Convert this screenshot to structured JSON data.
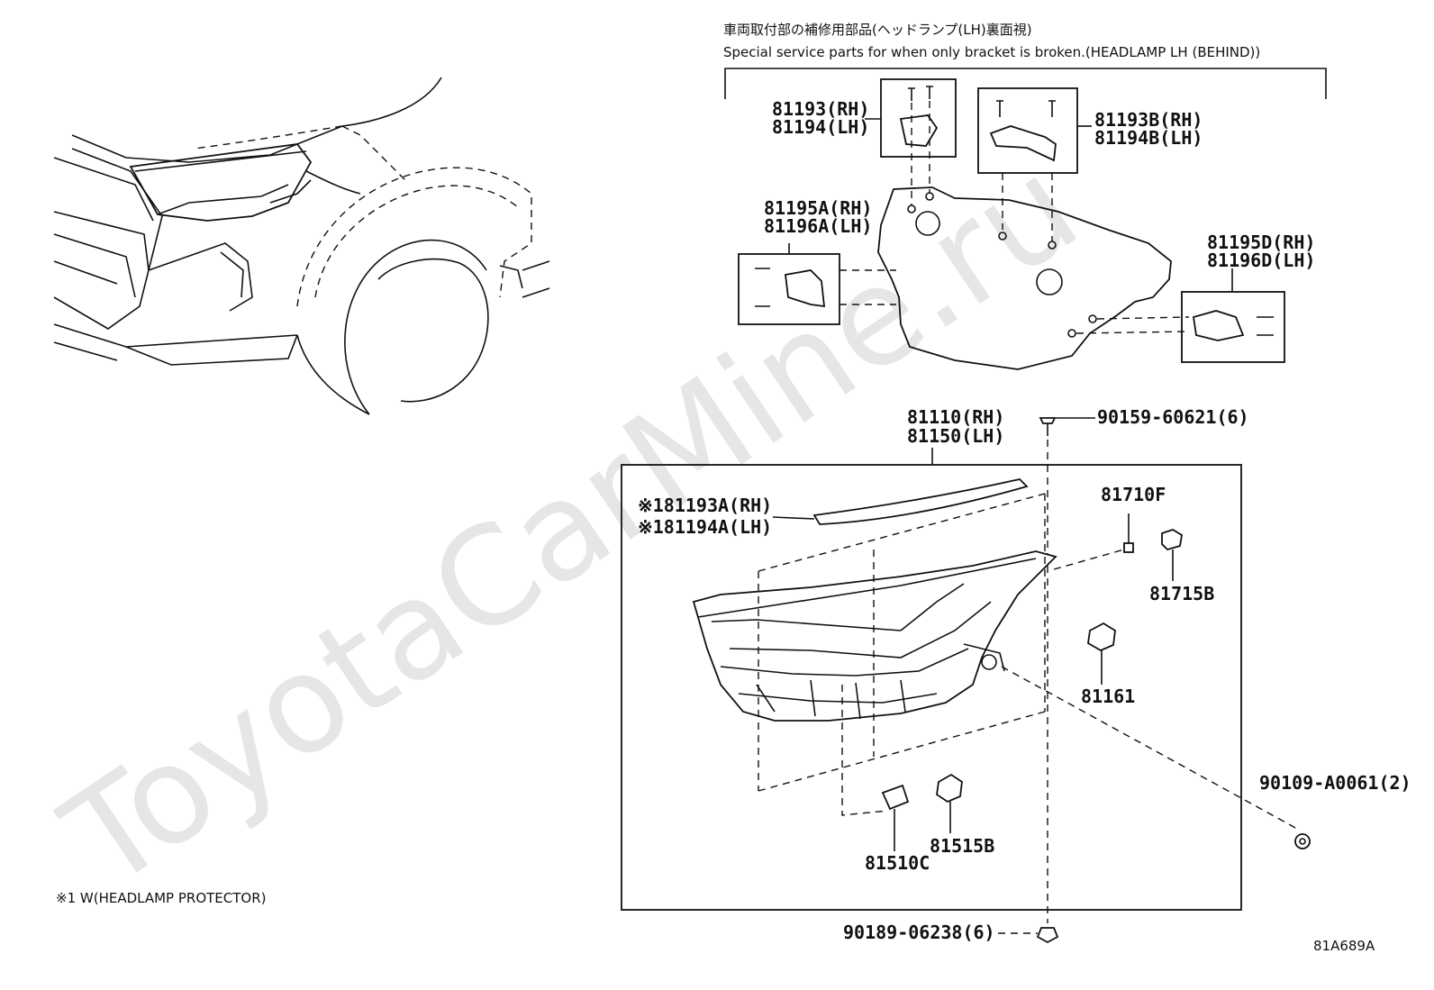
{
  "watermark": "ToyotaCarMine.ru",
  "header": {
    "jp": "車両取付部の補修用部品(ヘッドランプ(LH)裏面視)",
    "en": "Special service parts for when only bracket is broken.(HEADLAMP LH (BEHIND))"
  },
  "footnote": "※1 W(HEADLAMP PROTECTOR)",
  "figure_code": "81A689A",
  "labels": {
    "p81193": "81193(RH)",
    "p81194": "81194(LH)",
    "p81193b": "81193B(RH)",
    "p81194b": "81194B(LH)",
    "p81195a": "81195A(RH)",
    "p81196a": "81196A(LH)",
    "p81195d": "81195D(RH)",
    "p81196d": "81196D(LH)",
    "p81110": "81110(RH)",
    "p81150": "81150(LH)",
    "p90159": "90159-60621(6)",
    "p81193a": "※181193A(RH)",
    "p81194a": "※181194A(LH)",
    "p81710f": "81710F",
    "p81715b": "81715B",
    "p81161": "81161",
    "p90109": "90109-A0061(2)",
    "p81510c": "81510C",
    "p81515b": "81515B",
    "p90189": "90189-06238(6)"
  }
}
